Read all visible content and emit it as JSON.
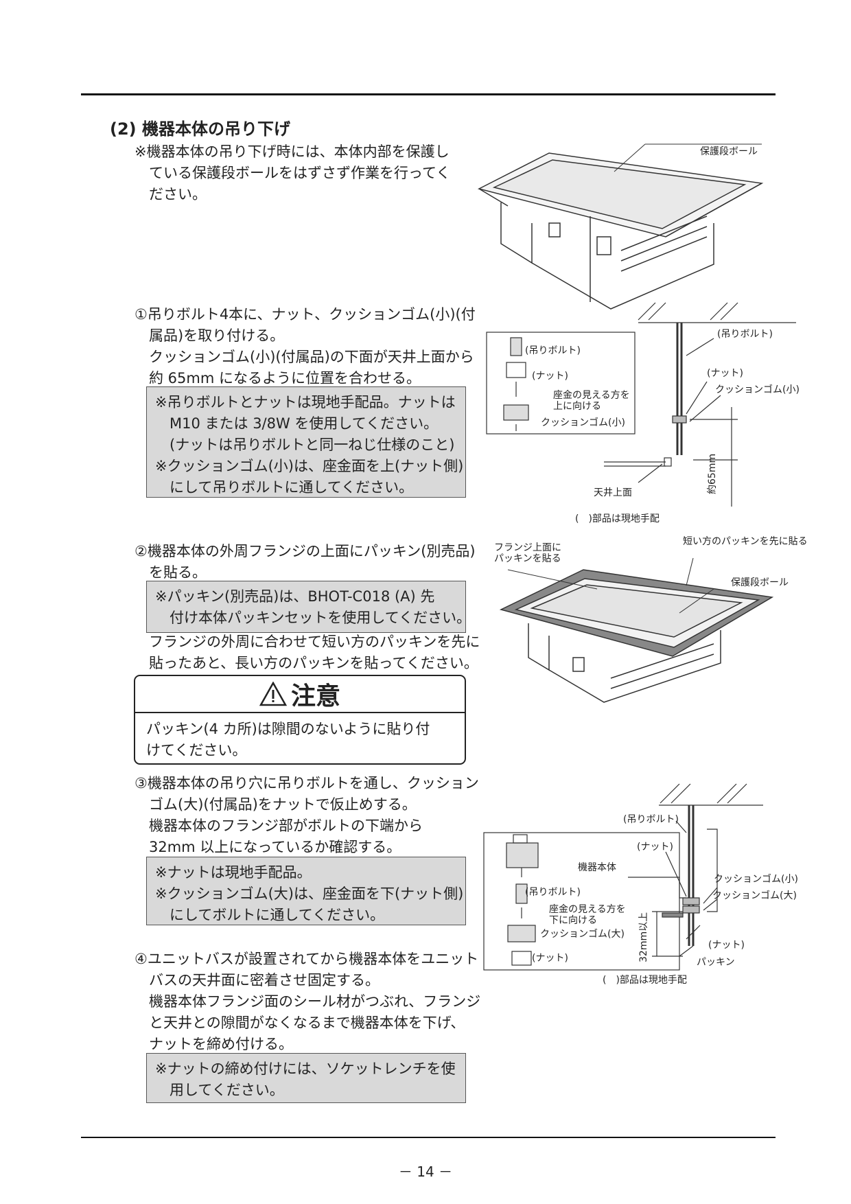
{
  "section": {
    "title": "(2) 機器本体の吊り下げ"
  },
  "intro_note": "※機器本体の吊り下げ時には、本体内部を保護し\n　ている保護段ボールをはずさず作業を行ってく\n　ださい。",
  "steps": [
    {
      "text": "①吊りボルト4本に、ナット、クッションゴム(小)(付\n　属品)を取り付ける。\n　クッションゴム(小)(付属品)の下面が天井上面から\n　約 65mm になるように位置を合わせる。",
      "note": "※吊りボルトとナットは現地手配品。ナットは\n　M10 または 3/8W を使用してください。\n　(ナットは吊りボルトと同一ねじ仕様のこと)\n※クッションゴム(小)は、座金面を上(ナット側)\n　にして吊りボルトに通してください。"
    },
    {
      "text": "②機器本体の外周フランジの上面にパッキン(別売品)\n　を貼る。",
      "note": "※パッキン(別売品)は、BHOT-C018 (A) 先\n　付け本体パッキンセットを使用してください。",
      "text_after": "　フランジの外周に合わせて短い方のパッキンを先に\n　貼ったあと、長い方のパッキンを貼ってください。"
    },
    {
      "text": "③機器本体の吊り穴に吊りボルトを通し、クッション\n　ゴム(大)(付属品)をナットで仮止めする。\n　機器本体のフランジ部がボルトの下端から\n　32mm 以上になっているか確認する。",
      "note": "※ナットは現地手配品。\n※クッションゴム(大)は、座金面を下(ナット側)\n　にしてボルトに通してください。"
    },
    {
      "text": "④ユニットバスが設置されてから機器本体をユニット\n　バスの天井面に密着させ固定する。\n　機器本体フランジ面のシール材がつぶれ、フランジ\n　と天井との隙間がなくなるまで機器本体を下げ、\n　ナットを締め付ける。",
      "note": "※ナットの締め付けには、ソケットレンチを使\n　用してください。"
    }
  ],
  "caution": {
    "title": "注意",
    "body": "パッキン(4 カ所)は隙間のないように貼り付\nけてください。"
  },
  "fig1": {
    "label": "保護段ボール"
  },
  "fig2": {
    "bolt": "(吊りボルト)",
    "nut": "(ナット)",
    "washer_up": "座金の見える方を\n上に向ける",
    "cushion_small": "クッションゴム(小)",
    "ceiling": "天井上面",
    "dim": "約65mm",
    "footnote": "(　)部品は現地手配"
  },
  "fig3": {
    "flange": "フランジ上面に\nパッキンを貼る",
    "short_first": "短い方のパッキンを先に貼る",
    "cardboard": "保護段ボール"
  },
  "fig4": {
    "bolt": "(吊りボルト)",
    "nut": "(ナット)",
    "body": "機器本体",
    "washer_down": "座金の見える方を\n下に向ける",
    "cushion_large": "クッションゴム(大)",
    "cushion_small": "クッションゴム(小)",
    "packing": "パッキン",
    "dim": "32mm以上",
    "footnote": "(　)部品は現地手配"
  },
  "footer": {
    "page": "－ 14 －"
  }
}
